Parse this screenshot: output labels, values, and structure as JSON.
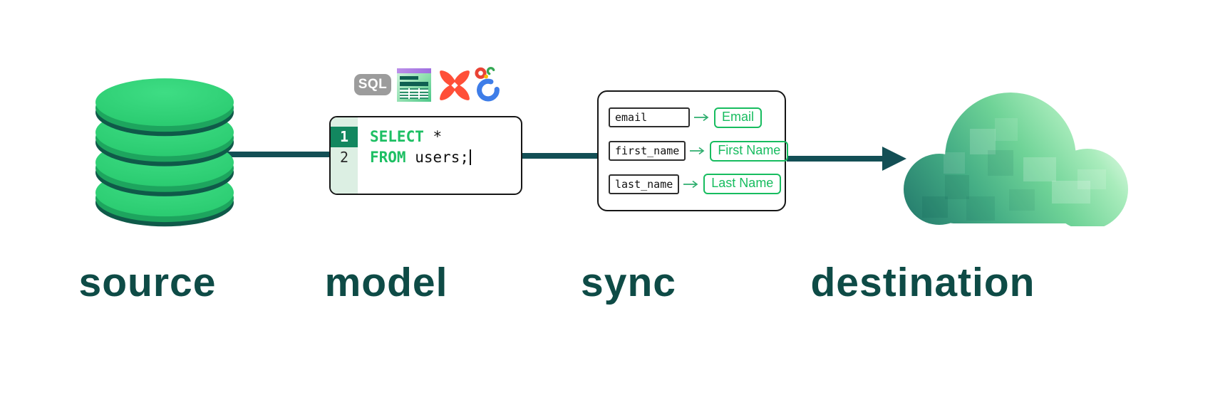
{
  "stages": {
    "source": {
      "label": "source",
      "icon": "database-cylinder-icon"
    },
    "model": {
      "label": "model",
      "icon": "sql-code-block"
    },
    "sync": {
      "label": "sync",
      "icon": "field-mapping-panel"
    },
    "destination": {
      "label": "destination",
      "icon": "cloud-warehouse-icon"
    }
  },
  "model": {
    "badges": [
      {
        "name": "sql-badge",
        "text": "SQL"
      },
      {
        "name": "spreadsheet-icon"
      },
      {
        "name": "dbt-icon"
      },
      {
        "name": "looker-icon"
      }
    ],
    "code": {
      "lines": [
        {
          "number": "1",
          "keyword": "SELECT",
          "rest": " *"
        },
        {
          "number": "2",
          "keyword": "FROM",
          "rest": " users;"
        }
      ]
    }
  },
  "sync": {
    "mappings": [
      {
        "source": "email",
        "target": "Email"
      },
      {
        "source": "first_name",
        "target": "First Name"
      },
      {
        "source": "last_name",
        "target": "Last Name"
      }
    ]
  },
  "colors": {
    "bright_green": "#2bd073",
    "disc_shadow_teal": "#0f5a49",
    "flow_line_teal": "#134f55",
    "label_teal": "#0e4b46",
    "keyword_green": "#1dbf63",
    "gutter_green": "#dcefe3",
    "active_line_green": "#12875f",
    "sync_green": "#17bc5f",
    "badge_gray": "#9c9c9c",
    "dbt_orange": "#ff4f38",
    "looker_blue": "#3e7de8",
    "sheet_purple": "#a97ee4"
  }
}
